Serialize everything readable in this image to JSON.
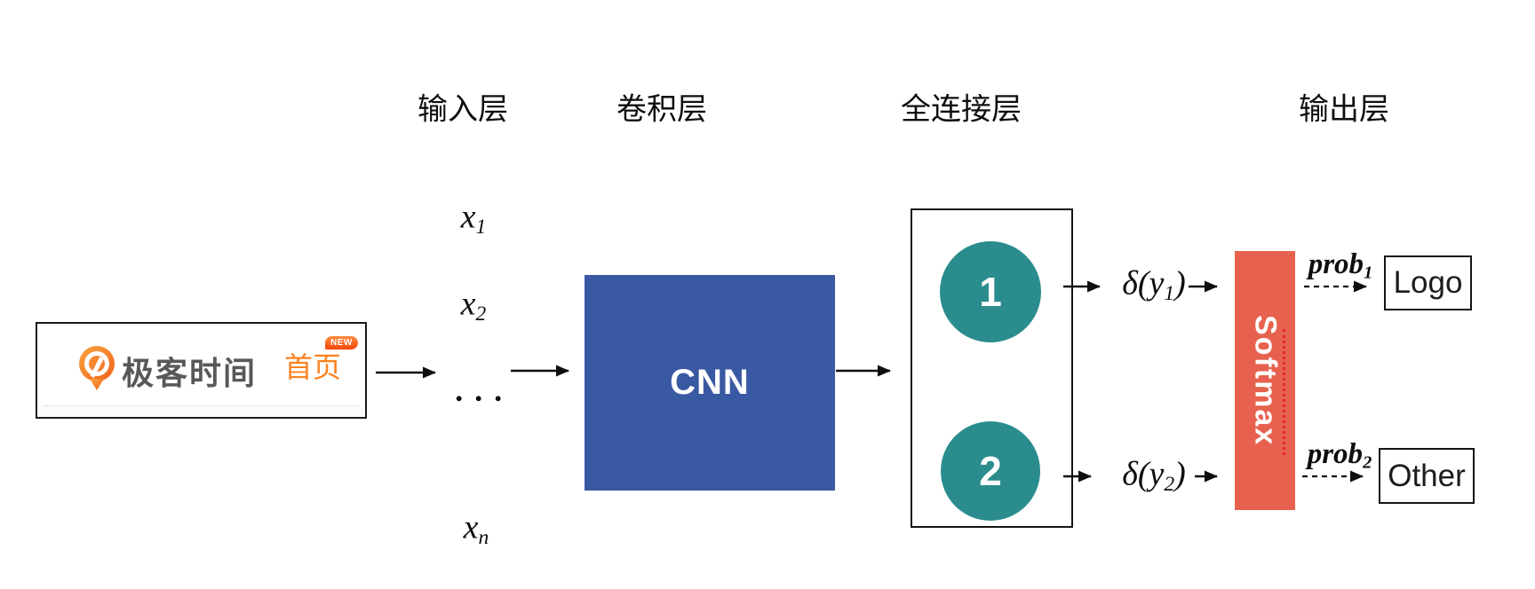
{
  "layers": {
    "input": "输入层",
    "conv": "卷积层",
    "fc": "全连接层",
    "output": "输出层"
  },
  "sample_image": {
    "brand": "极客时间",
    "nav": "首页",
    "badge": "NEW"
  },
  "input_nodes": {
    "x1": {
      "base": "x",
      "sub": "1"
    },
    "x2": {
      "base": "x",
      "sub": "2"
    },
    "dots": ". . .",
    "xn": {
      "base": "x",
      "sub": "n"
    }
  },
  "cnn": {
    "label": "CNN"
  },
  "fc_nodes": [
    "1",
    "2"
  ],
  "activations": {
    "d1": {
      "pre": "δ(y",
      "sub": "1",
      "post": ")"
    },
    "d2": {
      "pre": "δ(y",
      "sub": "2",
      "post": ")"
    }
  },
  "softmax": {
    "label": "Softmax"
  },
  "probs": {
    "p1": {
      "base": "prob",
      "sub": "1"
    },
    "p2": {
      "base": "prob",
      "sub": "2"
    }
  },
  "outputs": {
    "logo": "Logo",
    "other": "Other"
  },
  "colors": {
    "cnn_blue": "#3A59A3",
    "node_teal": "#2B8C8D",
    "softmax_orange": "#E7624E",
    "softmax_dotted_red": "#E3262B",
    "brand_orange": "#FC8220",
    "badge_orange_red": "#F4470C",
    "brand_gray": "#57585A"
  }
}
